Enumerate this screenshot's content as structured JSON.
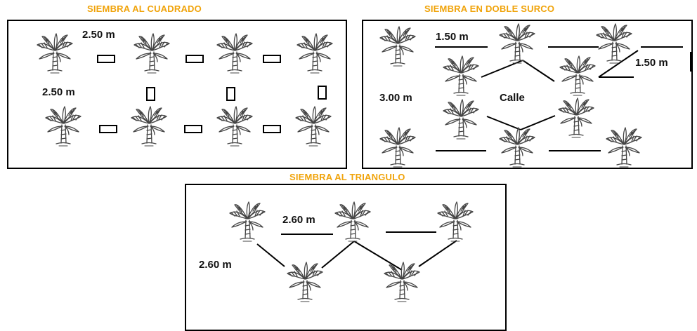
{
  "titles": {
    "cuadrado": "SIEMBRA AL CUADRADO",
    "doble_surco": "SIEMBRA EN DOBLE SURCO",
    "triangulo": "SIEMBRA AL TRIANGULO"
  },
  "cuadrado": {
    "spacing_horizontal": "2.50 m",
    "spacing_vertical": "2.50 m"
  },
  "doble_surco": {
    "spacing_row": "1.50 m",
    "spacing_diagonal": "1.50 m",
    "spacing_street": "3.00 m",
    "street_label": "Calle"
  },
  "triangulo": {
    "spacing_horizontal": "2.60 m",
    "spacing_diagonal": "2.60 m"
  },
  "colors": {
    "title": "#f0a30a",
    "border": "#000000",
    "plant": "#444444"
  },
  "icons": {
    "plant": "banana-plant-icon",
    "hole": "planting-hole-icon"
  }
}
